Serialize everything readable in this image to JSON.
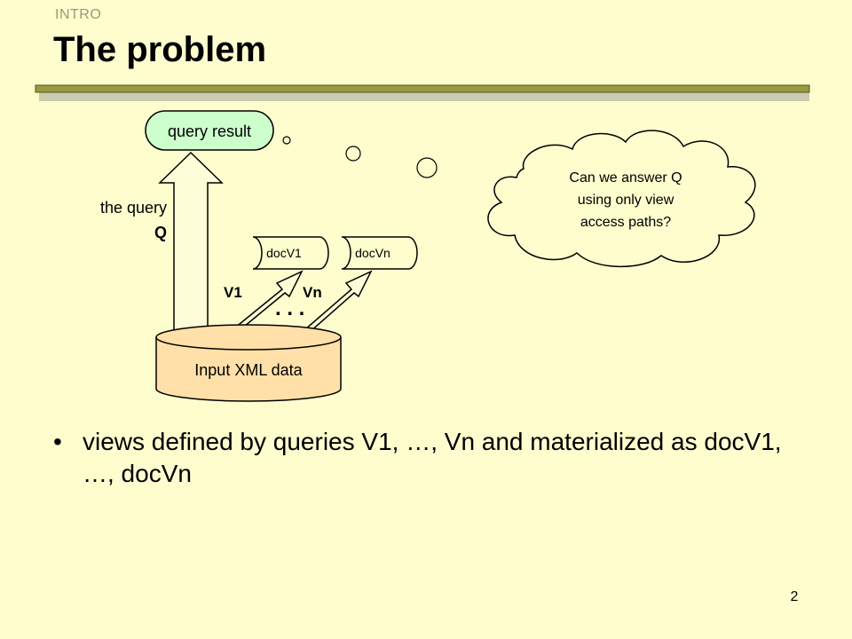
{
  "header": {
    "section": "INTRO",
    "title": "The problem"
  },
  "diagram": {
    "query_result": "query result",
    "query_label_line1": "the query",
    "query_label_line2": "Q",
    "doc_v1": "docV1",
    "doc_vn": "docVn",
    "view_v1": "V1",
    "view_vn": "Vn",
    "ellipsis": ". . .",
    "input_data": "Input XML data",
    "thought_line1": "Can we answer Q",
    "thought_line2": "using only view",
    "thought_line3": "access paths?"
  },
  "body": {
    "bullet_symbol": "•",
    "bullet_text": "views defined by queries V1, …, Vn and materialized as docV1, …, docVn"
  },
  "footer": {
    "page_number": "2"
  },
  "colors": {
    "background": "#fdfdce",
    "title_rule": "#9a9a40",
    "query_result_fill": "#ccffcc",
    "input_data_fill": "#ffe0a8",
    "arrow_fill": "#fdfdd8"
  }
}
